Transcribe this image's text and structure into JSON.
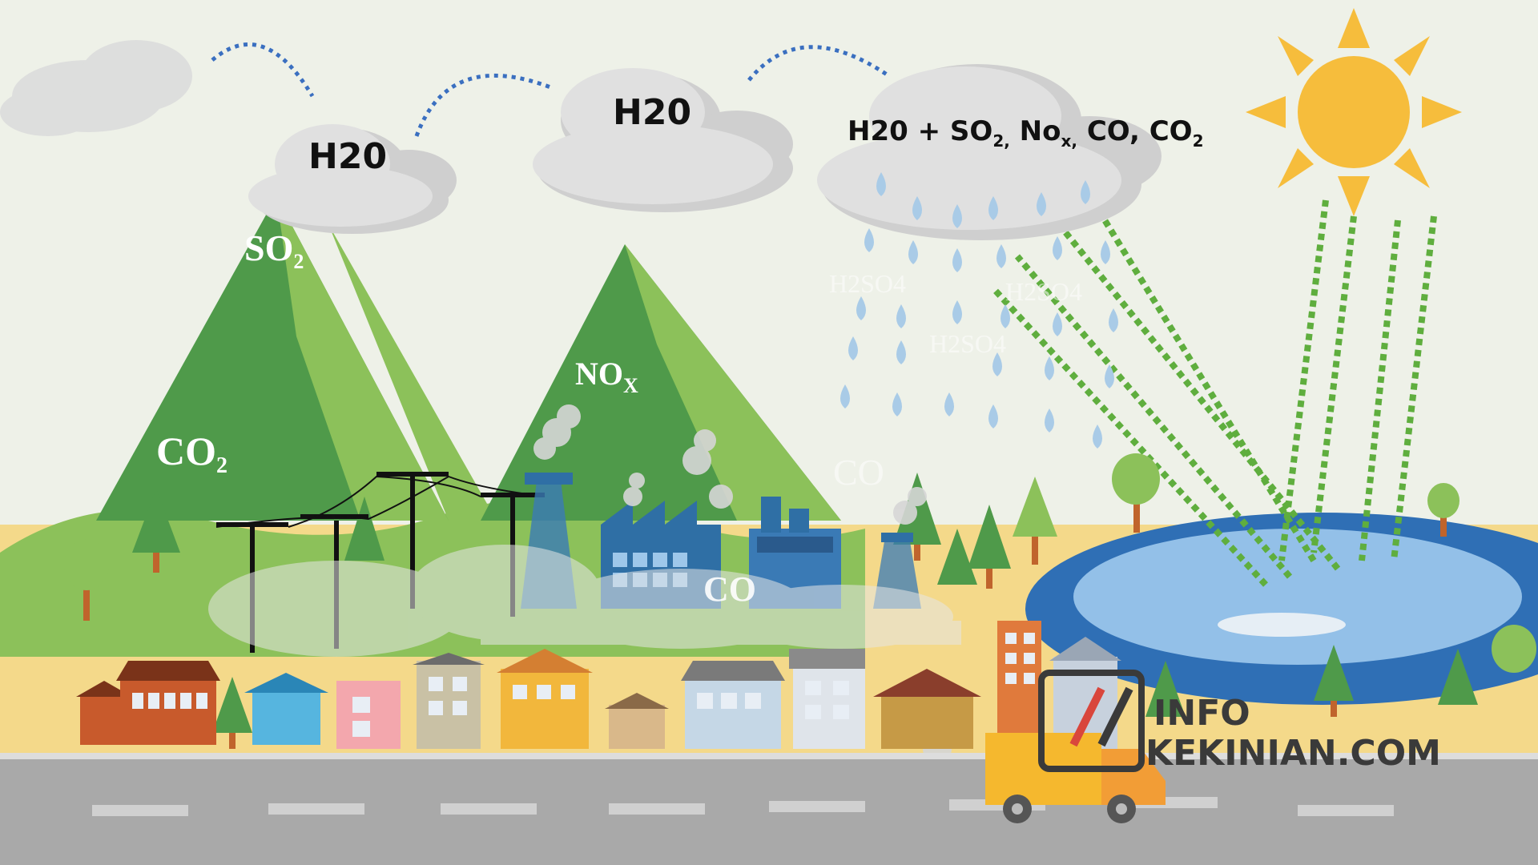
{
  "clouds": {
    "left": "H20",
    "middle": "H20",
    "acid": {
      "prefix": "H20 + SO",
      "so2_sub": "2,",
      "nox": " No",
      "nox_sub": "x,",
      "co": " CO, CO",
      "co2_sub": "2"
    }
  },
  "gases": {
    "so2": {
      "main": "SO",
      "sub": "2"
    },
    "co2": {
      "main": "CO",
      "sub": "2"
    },
    "nox": {
      "main": "NO",
      "sub": "X"
    },
    "co_factory": "CO",
    "co_air": "CO"
  },
  "rain_labels": [
    "H2SO4",
    "H2SO4",
    "H2SO4"
  ],
  "watermark": {
    "line1": "INFO",
    "line2": "KEKINIAN.COM"
  },
  "colors": {
    "sky": "#eef1e8",
    "mountain_dark": "#4f9a4a",
    "mountain_light": "#8cc15a",
    "ground": "#f4d98a",
    "road": "#a9a9a9",
    "lake": "#2f6fb5",
    "lake_inner": "#93c0e8",
    "sun": "#f6bd3c",
    "raindrop": "#a9cbe7",
    "ray": "#5fae3e",
    "factory": "#2f6fa5",
    "truck": "#f5b82e"
  }
}
